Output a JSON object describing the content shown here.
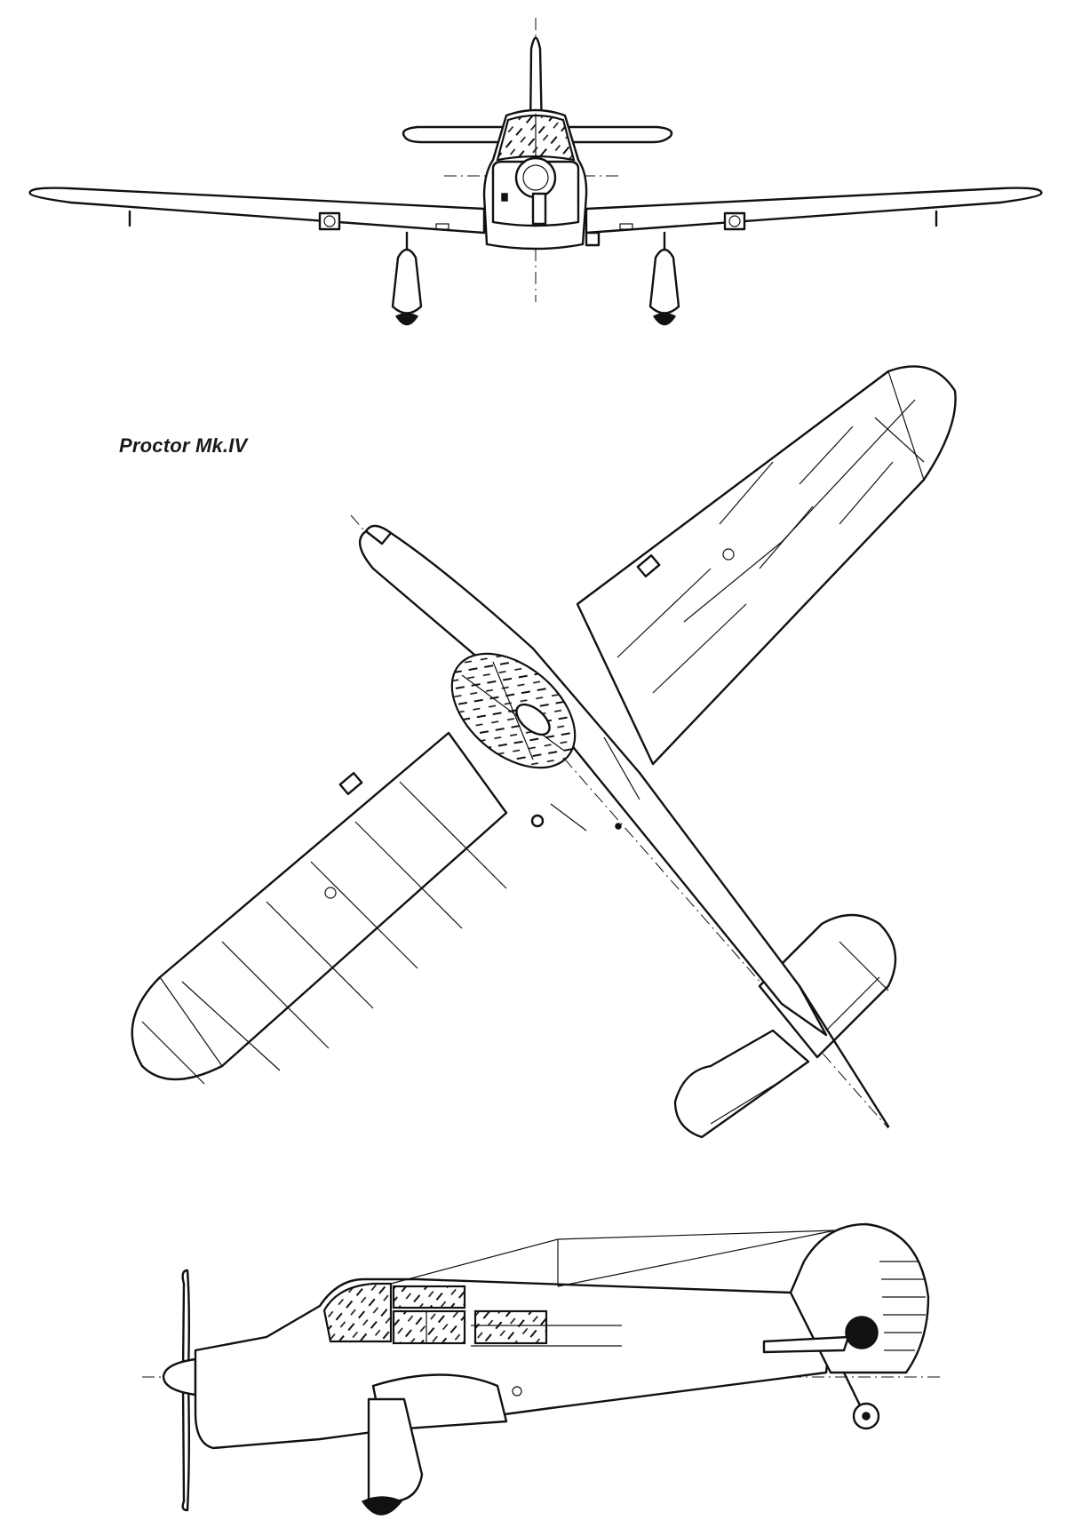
{
  "diagram": {
    "title": "Proctor Mk.IV",
    "views": [
      "front-view",
      "plan-view",
      "side-view"
    ]
  }
}
